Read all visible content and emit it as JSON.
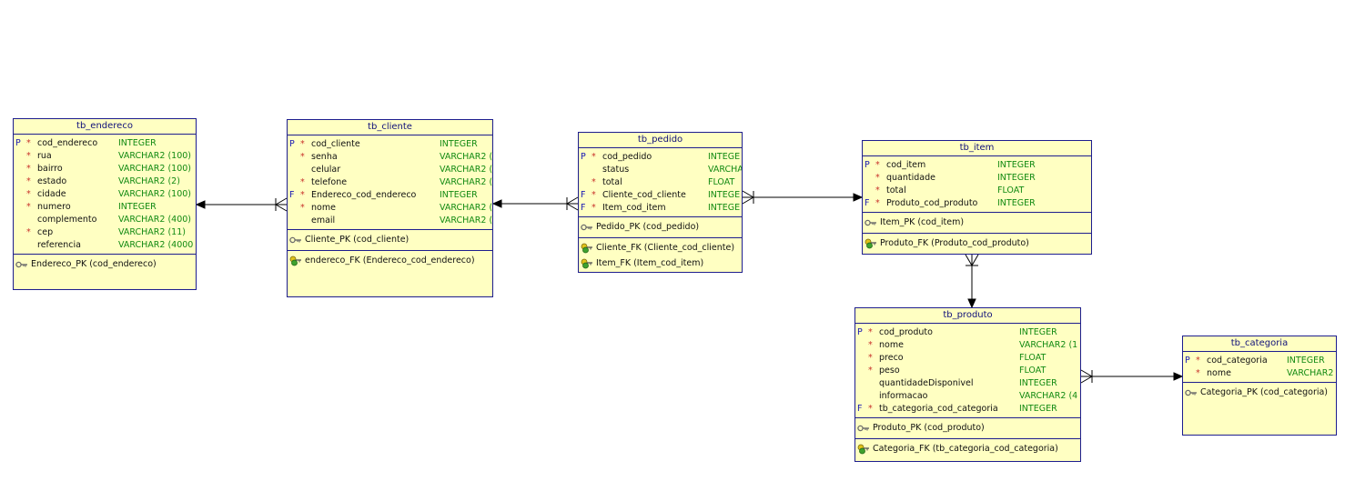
{
  "tables": {
    "endereco": {
      "title": "tb_endereco",
      "columns": [
        {
          "pf": "P",
          "req": "*",
          "name": "cod_endereco",
          "type": "INTEGER"
        },
        {
          "pf": "",
          "req": "*",
          "name": "rua",
          "type": "VARCHAR2 (100)"
        },
        {
          "pf": "",
          "req": "*",
          "name": "bairro",
          "type": "VARCHAR2 (100)"
        },
        {
          "pf": "",
          "req": "*",
          "name": "estado",
          "type": "VARCHAR2 (2)"
        },
        {
          "pf": "",
          "req": "*",
          "name": "cidade",
          "type": "VARCHAR2 (100)"
        },
        {
          "pf": "",
          "req": "*",
          "name": "numero",
          "type": "INTEGER"
        },
        {
          "pf": "",
          "req": "",
          "name": "complemento",
          "type": "VARCHAR2 (400)"
        },
        {
          "pf": "",
          "req": "*",
          "name": "cep",
          "type": "VARCHAR2 (11)"
        },
        {
          "pf": "",
          "req": "",
          "name": "referencia",
          "type": "VARCHAR2 (4000"
        }
      ],
      "pk": [
        "Endereco_PK (cod_endereco)"
      ],
      "fk": []
    },
    "cliente": {
      "title": "tb_cliente",
      "columns": [
        {
          "pf": "P",
          "req": "*",
          "name": "cod_cliente",
          "type": "INTEGER"
        },
        {
          "pf": "",
          "req": "*",
          "name": "senha",
          "type": "VARCHAR2 ("
        },
        {
          "pf": "",
          "req": "",
          "name": "celular",
          "type": "VARCHAR2 ("
        },
        {
          "pf": "",
          "req": "*",
          "name": "telefone",
          "type": "VARCHAR2 ("
        },
        {
          "pf": "F",
          "req": "*",
          "name": "Endereco_cod_endereco",
          "type": "INTEGER"
        },
        {
          "pf": "",
          "req": "*",
          "name": "nome",
          "type": "VARCHAR2 ("
        },
        {
          "pf": "",
          "req": "",
          "name": "email",
          "type": "VARCHAR2 ("
        }
      ],
      "pk": [
        "Cliente_PK (cod_cliente)"
      ],
      "fk": [
        "endereco_FK (Endereco_cod_endereco)"
      ]
    },
    "pedido": {
      "title": "tb_pedido",
      "columns": [
        {
          "pf": "P",
          "req": "*",
          "name": "cod_pedido",
          "type": "INTEGE"
        },
        {
          "pf": "",
          "req": "",
          "name": "status",
          "type": "VARCHA"
        },
        {
          "pf": "",
          "req": "*",
          "name": "total",
          "type": "FLOAT"
        },
        {
          "pf": "F",
          "req": "*",
          "name": "Cliente_cod_cliente",
          "type": "INTEGE"
        },
        {
          "pf": "F",
          "req": "*",
          "name": "Item_cod_item",
          "type": "INTEGE"
        }
      ],
      "pk": [
        "Pedido_PK (cod_pedido)"
      ],
      "fk": [
        "Cliente_FK (Cliente_cod_cliente)",
        "Item_FK (Item_cod_item)"
      ]
    },
    "item": {
      "title": "tb_item",
      "columns": [
        {
          "pf": "P",
          "req": "*",
          "name": "cod_item",
          "type": "INTEGER"
        },
        {
          "pf": "",
          "req": "*",
          "name": "quantidade",
          "type": "INTEGER"
        },
        {
          "pf": "",
          "req": "*",
          "name": "total",
          "type": "FLOAT"
        },
        {
          "pf": "F",
          "req": "*",
          "name": "Produto_cod_produto",
          "type": "INTEGER"
        }
      ],
      "pk": [
        "Item_PK (cod_item)"
      ],
      "fk": [
        "Produto_FK (Produto_cod_produto)"
      ]
    },
    "produto": {
      "title": "tb_produto",
      "columns": [
        {
          "pf": "P",
          "req": "*",
          "name": "cod_produto",
          "type": "INTEGER"
        },
        {
          "pf": "",
          "req": "*",
          "name": "nome",
          "type": "VARCHAR2 (1"
        },
        {
          "pf": "",
          "req": "*",
          "name": "preco",
          "type": "FLOAT"
        },
        {
          "pf": "",
          "req": "*",
          "name": "peso",
          "type": "FLOAT"
        },
        {
          "pf": "",
          "req": "",
          "name": "quantidadeDisponivel",
          "type": "INTEGER"
        },
        {
          "pf": "",
          "req": "",
          "name": "informacao",
          "type": "VARCHAR2 (4"
        },
        {
          "pf": "F",
          "req": "*",
          "name": "tb_categoria_cod_categoria",
          "type": "INTEGER"
        }
      ],
      "pk": [
        "Produto_PK (cod_produto)"
      ],
      "fk": [
        "Categoria_FK (tb_categoria_cod_categoria)"
      ]
    },
    "categoria": {
      "title": "tb_categoria",
      "columns": [
        {
          "pf": "P",
          "req": "*",
          "name": "cod_categoria",
          "type": "INTEGER"
        },
        {
          "pf": "",
          "req": "*",
          "name": "nome",
          "type": "VARCHAR2"
        }
      ],
      "pk": [
        "Categoria_PK (cod_categoria)"
      ],
      "fk": []
    }
  },
  "colors": {
    "table_fill": "#ffffc2",
    "table_border": "#1d1d8e",
    "column_type": "#128a12",
    "key_marker": "#1b1bb4",
    "required_marker": "#c8322a",
    "connector": "#000000"
  },
  "icons": {
    "primary_key": "key-icon",
    "foreign_key": "fk-key-icon"
  }
}
